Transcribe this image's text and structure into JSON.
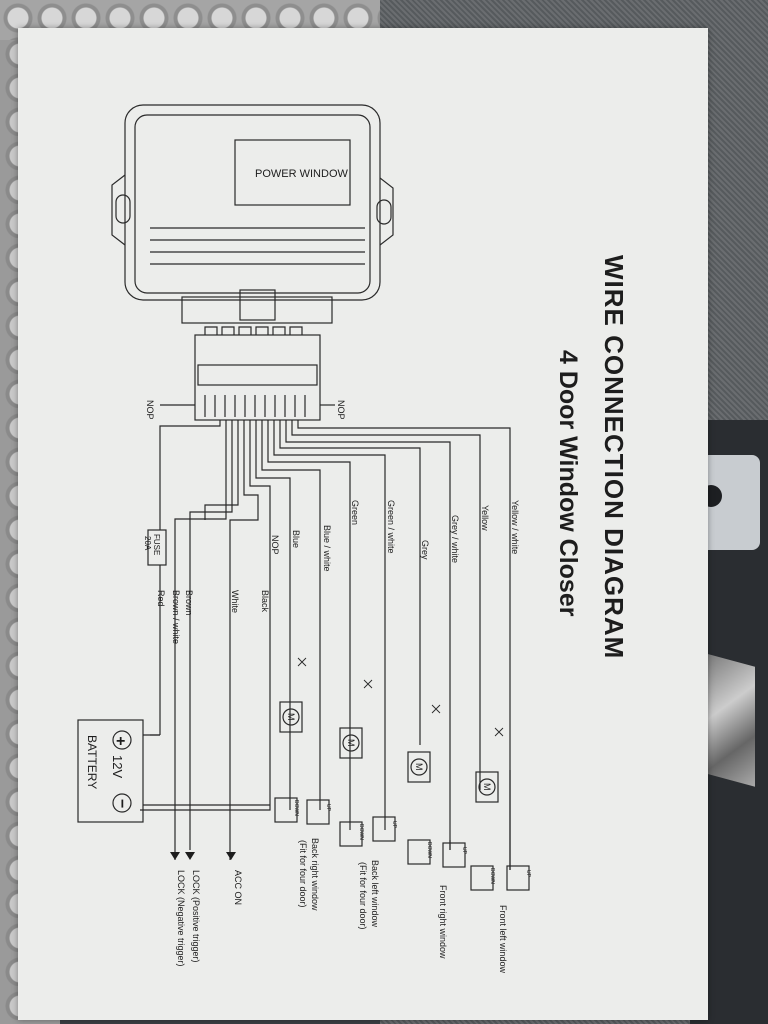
{
  "title": "WIRE CONNECTION DIAGRAM",
  "subtitle": "4 Door Window Closer",
  "module_label": "POWER WINDOW",
  "nop_left": "NOP",
  "nop_right": "NOP",
  "fuse_label": "FUSE",
  "fuse_rating": "20A",
  "battery_label": "BATTERY",
  "battery_voltage": "12V",
  "battery_plus": "+",
  "battery_minus": "−",
  "motor_symbol": "M",
  "switch_up": "UP",
  "switch_down": "DOWN",
  "wires": {
    "yellow_white": "Yellow / white",
    "yellow": "Yellow",
    "grey_white": "Grey / white",
    "grey": "Grey",
    "green_white": "Green / white",
    "green": "Green",
    "blue_white": "Blue / white",
    "blue": "Blue",
    "nop": "NOP",
    "black": "Black",
    "white": "White",
    "brown": "Brown",
    "brown_white": "Brown / white",
    "red": "Red"
  },
  "doors": {
    "front_left": "Front left window",
    "front_right": "Front right window",
    "back_left": "Back left window",
    "back_left_note": "(Fit for four door)",
    "back_right": "Back right window",
    "back_right_note": "(Fit for four door)"
  },
  "outputs": {
    "acc_on": "ACC ON",
    "lock_positive": "LOCK (Positive trigger)",
    "lock_negative": "LOCK (Negative trigger)"
  },
  "colors": {
    "paper": "#ecedeb",
    "ink": "#2a2a2a"
  }
}
